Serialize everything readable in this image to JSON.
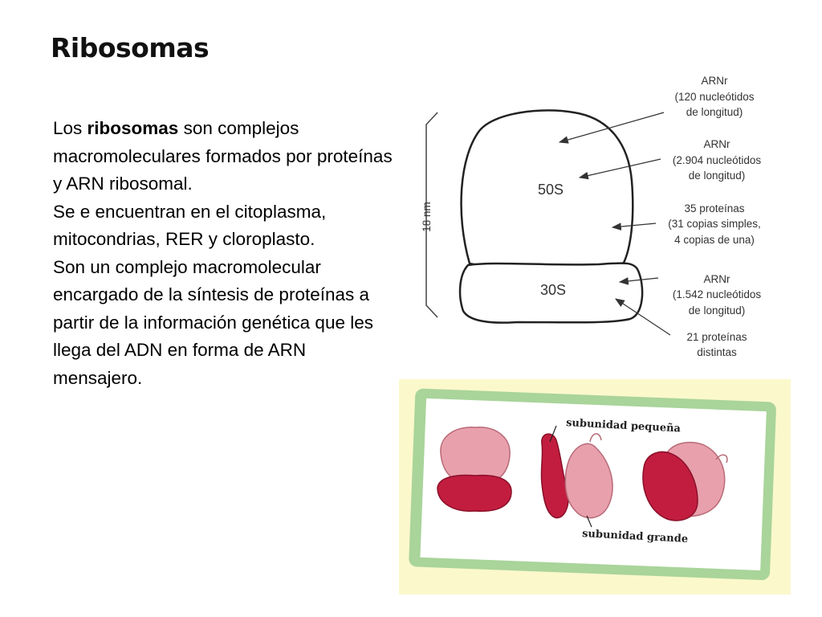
{
  "title": "Ribosomas",
  "paragraphs": {
    "p1_pre": "Los ",
    "p1_bold": "ribosomas",
    "p1_post": " son complejos macromoleculares formados por proteínas y ARN ribosomal.",
    "p2": "Se e encuentran en el citoplasma, mitocondrias, RER y cloroplasto.",
    "p3": "Son un complejo macromolecular encargado de la síntesis de proteínas a partir de la información genética que les llega del ADN en forma de ARN mensajero."
  },
  "diagram": {
    "size_label": "18 nm",
    "large_subunit": "50S",
    "small_subunit": "30S",
    "annotations": [
      [
        "ARNr",
        "(120 nucleótidos",
        "de longitud)"
      ],
      [
        "ARNr",
        "(2.904 nucleótidos",
        "de longitud)"
      ],
      [
        "35 proteínas",
        "(31 copias simples,",
        "4 copias de una)"
      ],
      [
        "ARNr",
        "(1.542 nucleótidos",
        "de longitud)"
      ],
      [
        "21 proteínas",
        "distintas"
      ]
    ]
  },
  "photo": {
    "label_small": "subunidad pequeña",
    "label_large": "subunidad grande",
    "colors": {
      "light_subunit": "#e8a0ac",
      "dark_subunit": "#c21d3f",
      "frame": "#a9d49a",
      "background": "#fbf8cc"
    }
  }
}
